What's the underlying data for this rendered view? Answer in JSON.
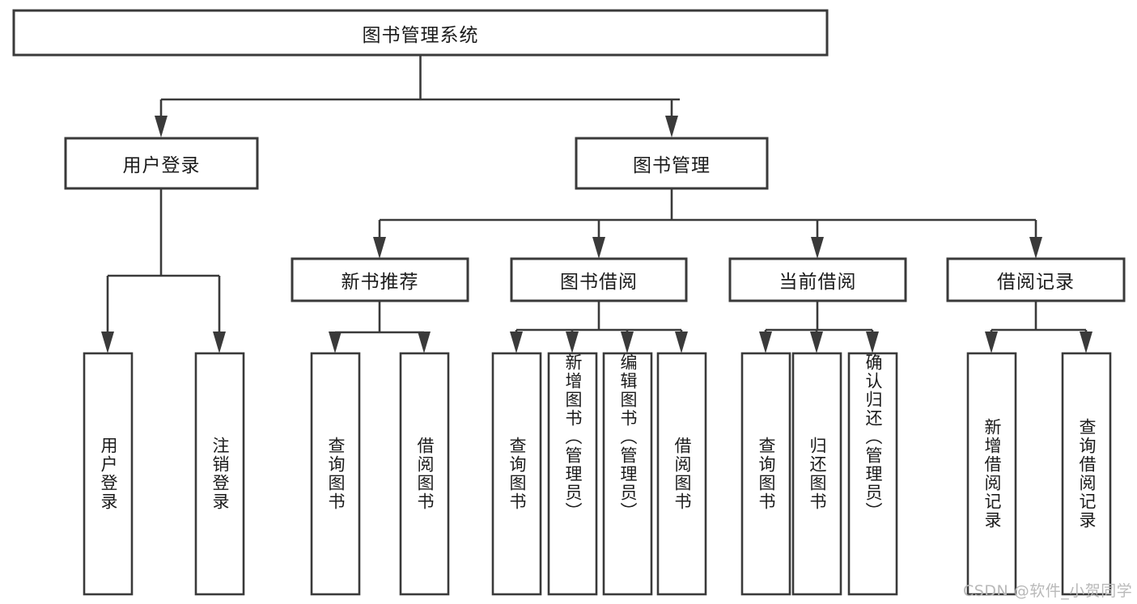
{
  "diagram": {
    "type": "tree",
    "title": "图书管理系统",
    "orientation": "top-down",
    "colors": {
      "box_stroke": "#3a3a3a",
      "box_fill": "#ffffff",
      "connector": "#3a3a3a",
      "text": "#1b1b1b",
      "watermark": "#b9b9b9",
      "background": "#ffffff"
    },
    "root": {
      "label": "图书管理系统",
      "orientation": "horizontal"
    },
    "level2": [
      {
        "label": "用户登录",
        "orientation": "horizontal"
      },
      {
        "label": "图书管理",
        "orientation": "horizontal"
      }
    ],
    "level3": [
      {
        "label": "新书推荐",
        "orientation": "horizontal"
      },
      {
        "label": "图书借阅",
        "orientation": "horizontal"
      },
      {
        "label": "当前借阅",
        "orientation": "horizontal"
      },
      {
        "label": "借阅记录",
        "orientation": "horizontal"
      }
    ],
    "leaves": {
      "user_login": [
        {
          "label": "用户登录",
          "orientation": "vertical"
        },
        {
          "label": "注销登录",
          "orientation": "vertical"
        }
      ],
      "new_book_recommend": [
        {
          "label": "查询图书",
          "orientation": "vertical"
        },
        {
          "label": "借阅图书",
          "orientation": "vertical"
        }
      ],
      "book_borrow": [
        {
          "label": "查询图书",
          "orientation": "vertical"
        },
        {
          "label": "新增图书（管理员）",
          "orientation": "vertical"
        },
        {
          "label": "编辑图书（管理员）",
          "orientation": "vertical"
        },
        {
          "label": "借阅图书",
          "orientation": "vertical"
        }
      ],
      "current_borrow": [
        {
          "label": "查询图书",
          "orientation": "vertical"
        },
        {
          "label": "归还图书",
          "orientation": "vertical"
        },
        {
          "label": "确认归还（管理员）",
          "orientation": "vertical"
        }
      ],
      "borrow_record": [
        {
          "label": "新增借阅记录",
          "orientation": "vertical"
        },
        {
          "label": "查询借阅记录",
          "orientation": "vertical"
        }
      ]
    },
    "watermark": "CSDN @软件_小贺同学"
  }
}
